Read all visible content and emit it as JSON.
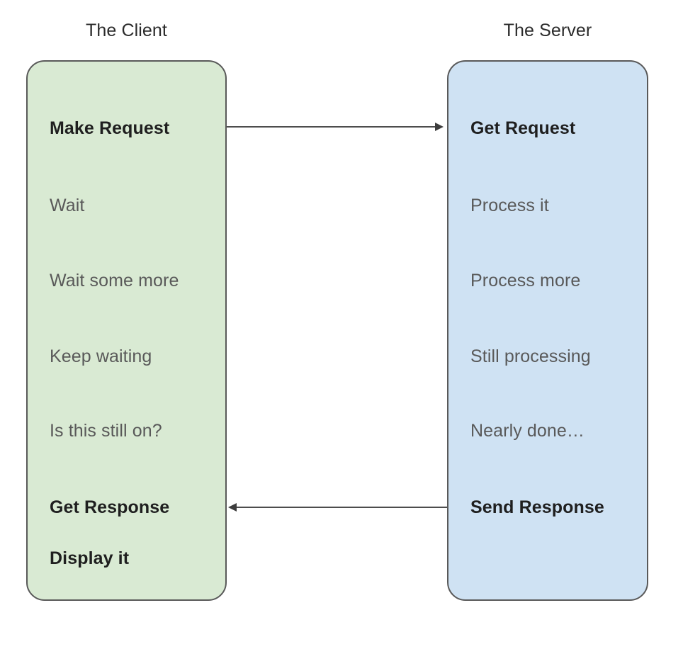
{
  "diagram": {
    "title_client": "The Client",
    "title_server": "The Server",
    "colors": {
      "client_fill": "#d9ead3",
      "server_fill": "#cfe2f3",
      "border": "#595959",
      "text_strong": "#1f1f1f",
      "text_normal": "#595959",
      "arrow": "#3d3d3d",
      "background": "#ffffff"
    }
  },
  "client": {
    "title": "The Client",
    "steps": [
      {
        "label": "Make Request",
        "emphasis": "strong"
      },
      {
        "label": "Wait",
        "emphasis": "normal"
      },
      {
        "label": "Wait some more",
        "emphasis": "normal"
      },
      {
        "label": "Keep waiting",
        "emphasis": "normal"
      },
      {
        "label": "Is this still on?",
        "emphasis": "normal"
      },
      {
        "label": "Get Response",
        "emphasis": "strong"
      },
      {
        "label": "Display it",
        "emphasis": "strong"
      }
    ]
  },
  "server": {
    "title": "The Server",
    "steps": [
      {
        "label": "Get Request",
        "emphasis": "strong"
      },
      {
        "label": "Process it",
        "emphasis": "normal"
      },
      {
        "label": "Process more",
        "emphasis": "normal"
      },
      {
        "label": "Still processing",
        "emphasis": "normal"
      },
      {
        "label": "Nearly done…",
        "emphasis": "normal"
      },
      {
        "label": "Send Response",
        "emphasis": "strong"
      }
    ]
  },
  "arrows": [
    {
      "name": "request-arrow",
      "direction": "right",
      "from": "Make Request",
      "to": "Get Request"
    },
    {
      "name": "response-arrow",
      "direction": "left",
      "from": "Send Response",
      "to": "Get Response"
    }
  ]
}
